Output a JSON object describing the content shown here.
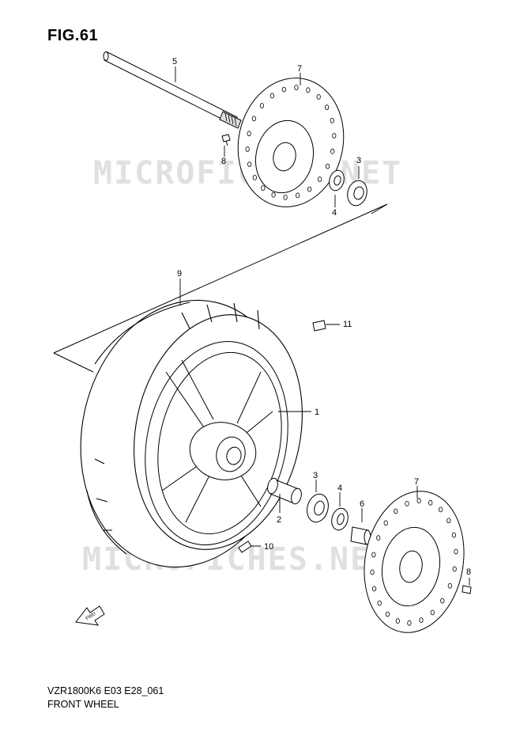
{
  "figure": {
    "title": "FIG.61"
  },
  "footer": {
    "model_code": "VZR1800K6 E03 E28_061",
    "section": "FRONT WHEEL"
  },
  "watermark": {
    "text": "MICROFICHES.NET"
  },
  "direction": {
    "label": "FWD"
  },
  "callouts": {
    "wheel": "1",
    "spacer": "2",
    "bearing_right": "3",
    "seal_right": "4",
    "axle": "5",
    "spacer_left": "6",
    "disc_right": "7",
    "bolt_right": "8",
    "tire": "9",
    "valve": "10",
    "weight": "11",
    "bearing_left": "3",
    "seal_left": "4",
    "disc_left": "7",
    "bolt_left": "8"
  }
}
